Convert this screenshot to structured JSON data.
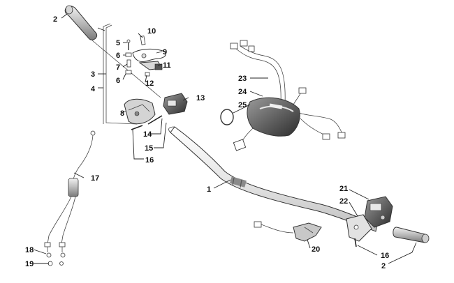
{
  "diagram": {
    "callouts": {
      "c1": "1",
      "c2a": "2",
      "c2b": "2",
      "c3": "3",
      "c4": "4",
      "c5": "5",
      "c6a": "6",
      "c6b": "6",
      "c7": "7",
      "c8": "8",
      "c9": "9",
      "c10": "10",
      "c11": "11",
      "c12": "12",
      "c13": "13",
      "c14": "14",
      "c15": "15",
      "c16a": "16",
      "c16b": "16",
      "c17": "17",
      "c18": "18",
      "c19": "19",
      "c20": "20",
      "c21": "21",
      "c22": "22",
      "c23": "23",
      "c24": "24",
      "c25": "25"
    }
  }
}
